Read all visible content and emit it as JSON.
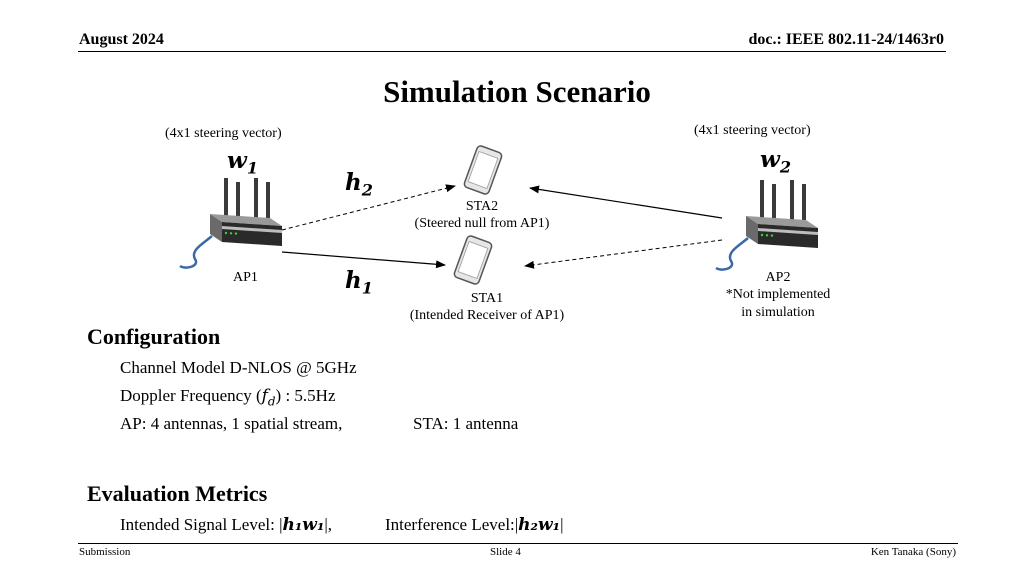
{
  "header": {
    "date": "August 2024",
    "doc": "doc.: IEEE 802.11-24/1463r0"
  },
  "title": "Simulation Scenario",
  "diagram": {
    "ap1": {
      "steering_note": "(4x1 steering vector)",
      "vector": "w",
      "vector_sub": "1",
      "label": "AP1"
    },
    "ap2": {
      "steering_note": "(4x1 steering vector)",
      "vector": "w",
      "vector_sub": "2",
      "label": "AP2",
      "note_line1": "*Not implemented",
      "note_line2": "in simulation"
    },
    "h1": {
      "symbol": "h",
      "sub": "1"
    },
    "h2": {
      "symbol": "h",
      "sub": "2"
    },
    "sta2": {
      "label": "STA2",
      "sublabel": "(Steered null from AP1)"
    },
    "sta1": {
      "label": "STA1",
      "sublabel": "(Intended Receiver of AP1)"
    }
  },
  "configuration": {
    "heading": "Configuration",
    "channel": "Channel Model D-NLOS @ 5GHz",
    "doppler_prefix": "Doppler Frequency (",
    "doppler_symbol": "f",
    "doppler_sub": "d",
    "doppler_suffix": ") : 5.5Hz",
    "ap": "AP: 4 antennas, 1 spatial stream,",
    "sta": "STA: 1 antenna"
  },
  "metrics": {
    "heading": "Evaluation Metrics",
    "intended_prefix": "Intended Signal Level: |",
    "intended_expr": "h₁w₁",
    "intended_suffix": "|,",
    "interference_prefix": "Interference Level:|",
    "interference_expr": "h₂w₁",
    "interference_suffix": "|"
  },
  "footer": {
    "left": "Submission",
    "center": "Slide 4",
    "right": "Ken Tanaka (Sony)"
  }
}
